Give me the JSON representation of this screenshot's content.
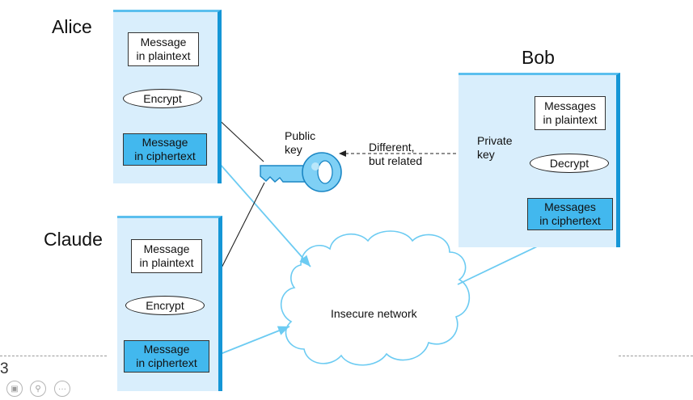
{
  "parties": {
    "alice": "Alice",
    "claude": "Claude",
    "bob": "Bob"
  },
  "alice": {
    "plaintext": "Message\nin plaintext",
    "encrypt": "Encrypt",
    "ciphertext": "Message\nin ciphertext"
  },
  "claude": {
    "plaintext": "Message\nin plaintext",
    "encrypt": "Encrypt",
    "ciphertext": "Message\nin ciphertext"
  },
  "bob": {
    "plaintext": "Messages\nin plaintext",
    "decrypt": "Decrypt",
    "ciphertext": "Messages\nin ciphertext",
    "private_key_label": "Private\nkey"
  },
  "public_key_label": "Public\nkey",
  "relation_label": "Different,\nbut related",
  "network_label": "Insecure network",
  "slide_number": "3",
  "colors": {
    "panel_fill": "#d9eefc",
    "panel_edge": "#1596d6",
    "ciphertext_fill": "#42b8ee",
    "flow_arrow": "#6ccbf2",
    "key_fill": "#7fd0f5"
  }
}
